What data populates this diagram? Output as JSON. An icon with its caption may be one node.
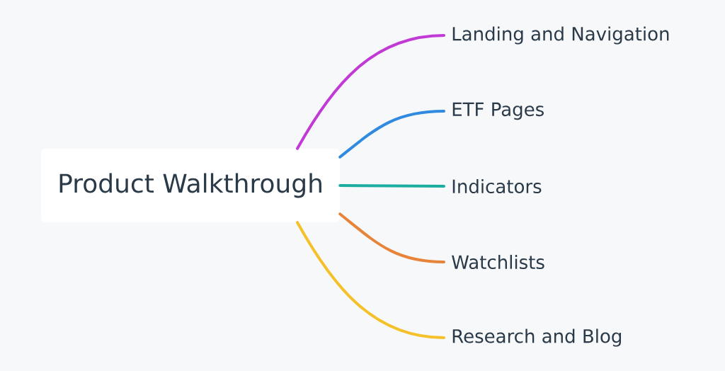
{
  "diagram": {
    "nodes": [
      {
        "text": [
          "Product Walkthrough"
        ]
      },
      {
        "text": [
          "Landing and Navigation"
        ]
      },
      {
        "text": [
          "ETF Pages"
        ]
      },
      {
        "text": [
          "Indicators"
        ]
      },
      {
        "text": [
          "Watchlists"
        ]
      },
      {
        "text": [
          "Research and Blog"
        ]
      }
    ],
    "edges": [
      {
        "from": 0,
        "to": 1,
        "arrow": "none",
        "color": "#c23ad6"
      },
      {
        "from": 0,
        "to": 2,
        "arrow": "none",
        "color": "#2f8ae0"
      },
      {
        "from": 0,
        "to": 3,
        "arrow": "none",
        "color": "#1aada0"
      },
      {
        "from": 0,
        "to": 4,
        "arrow": "none",
        "color": "#e8843a"
      },
      {
        "from": 0,
        "to": 5,
        "arrow": "none",
        "color": "#f5c12a"
      }
    ]
  }
}
